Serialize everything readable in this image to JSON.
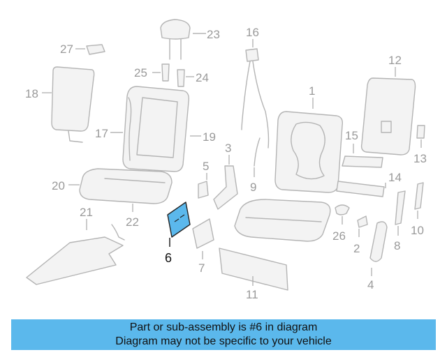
{
  "diagram": {
    "highlight_color": "#5bb8ec",
    "highlighted_part": "6",
    "callouts": [
      "1",
      "2",
      "3",
      "4",
      "5",
      "6",
      "7",
      "9",
      "10",
      "11",
      "12",
      "13",
      "14",
      "15",
      "16",
      "17",
      "18",
      "19",
      "20",
      "21",
      "22",
      "23",
      "24",
      "25",
      "26",
      "27"
    ]
  },
  "banner": {
    "line1": "Part or sub-assembly is #6 in diagram",
    "line2": "Diagram may not be specific to your vehicle",
    "background": "#5bb8ec"
  }
}
